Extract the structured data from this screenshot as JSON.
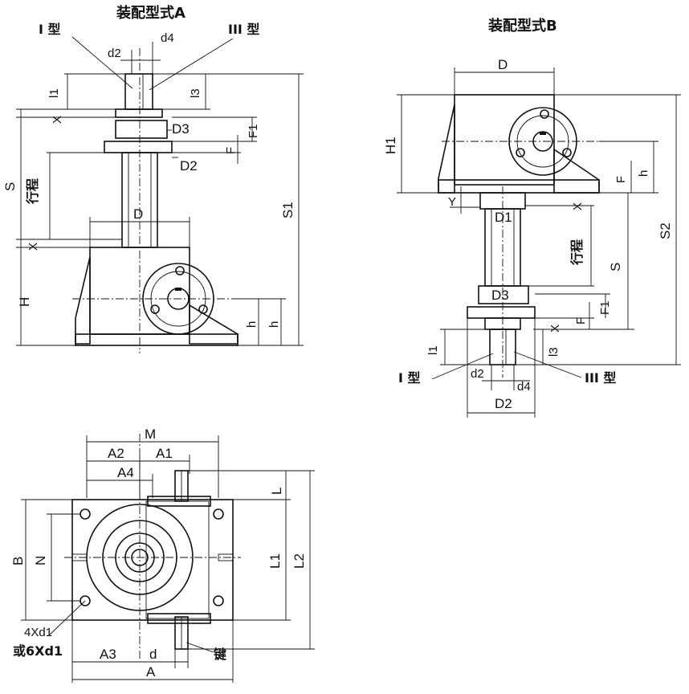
{
  "titles": {
    "form_a": "装配型式A",
    "form_b": "装配型式B"
  },
  "type_labels": {
    "type_i": "I 型",
    "type_iii": "III 型"
  },
  "stroke_label": "行程",
  "view_a": {
    "d2": "d2",
    "d4": "d4",
    "l1": "l1",
    "l3": "l3",
    "x": "X",
    "s": "S",
    "d3": "D3",
    "f1": "F1",
    "f": "F",
    "d2_big": "D2",
    "d": "D",
    "h_upper": "H",
    "s1": "S1",
    "h_lower": "h",
    "h_lower2": "h"
  },
  "view_b": {
    "d": "D",
    "h1": "H1",
    "f": "F",
    "h": "h",
    "y": "Y",
    "d1": "D1",
    "s": "S",
    "s2": "S2",
    "d3": "D3",
    "f1": "F1",
    "f_small": "F",
    "x": "X",
    "x_top": "X",
    "l1": "l1",
    "l3": "l3",
    "d2": "d2",
    "d4": "d4",
    "d2_big": "D2"
  },
  "plan_view": {
    "m": "M",
    "a2": "A2",
    "a1": "A1",
    "a4": "A4",
    "l": "L",
    "b": "B",
    "n": "N",
    "l1": "L1",
    "l2": "L2",
    "holes_4": "4Xd1",
    "holes_6": "或6Xd1",
    "a3": "A3",
    "d": "d",
    "a": "A",
    "key": "键"
  }
}
